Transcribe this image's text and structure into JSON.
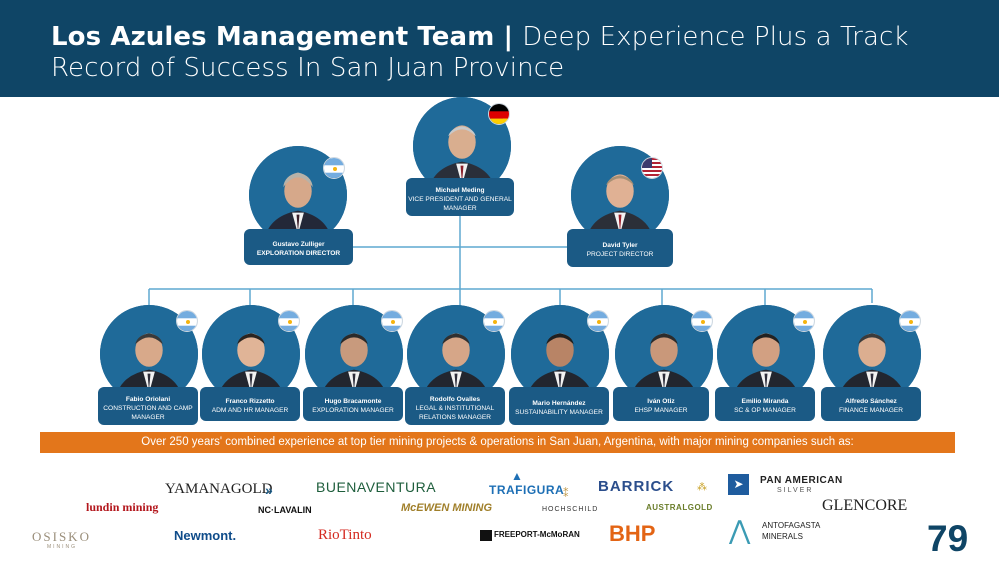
{
  "header": {
    "title_bold": "Los Azules Management Team",
    "title_separator": " | ",
    "title_rest": "Deep Experience Plus a Track Record of Success In San Juan Province"
  },
  "colors": {
    "header_bg": "#0f4566",
    "label_bg": "#1b5a85",
    "connector": "#5fa9d1",
    "banner_bg": "#e3761b"
  },
  "team": {
    "vp": {
      "name": "Michael Meding",
      "role": "VICE PRESIDENT AND GENERAL MANAGER",
      "flag": "germany-flag-icon"
    },
    "exploration_director": {
      "name": "Gustavo Zulliger",
      "role": "EXPLORATION DIRECTOR",
      "flag": "argentina-flag-icon"
    },
    "project_director": {
      "name": "David Tyler",
      "role": "PROJECT DIRECTOR",
      "flag": "usa-flag-icon"
    },
    "managers": [
      {
        "name": "Fabio Oriolani",
        "role": "CONSTRUCTION AND CAMP MANAGER",
        "flag": "argentina-flag-icon"
      },
      {
        "name": "Franco Rizzetto",
        "role": "ADM AND HR MANAGER",
        "flag": "argentina-flag-icon"
      },
      {
        "name": "Hugo Bracamonte",
        "role": "EXPLORATION MANAGER",
        "flag": "argentina-flag-icon"
      },
      {
        "name": "Rodolfo Ovalles",
        "role": "LEGAL & INSTITUTIONAL RELATIONS MANAGER",
        "flag": "argentina-flag-icon"
      },
      {
        "name": "Mario Hernández",
        "role": "SUSTAINABILITY MANAGER",
        "flag": "argentina-flag-icon"
      },
      {
        "name": "Iván Otiz",
        "role": "EHSP MANAGER",
        "flag": "argentina-flag-icon"
      },
      {
        "name": "Emilio Miranda",
        "role": "SC & OP MANAGER",
        "flag": "argentina-flag-icon"
      },
      {
        "name": "Alfredo Sánchez",
        "role": "FINANCE MANAGER",
        "flag": "argentina-flag-icon"
      }
    ]
  },
  "banner": {
    "text": "Over 250 years' combined experience at top tier mining projects & operations in San Juan, Argentina, with major mining companies such as:"
  },
  "logos": {
    "yamana": "YAMANAGOLD",
    "buenaventura": "BUENAVENTURA",
    "trafigura": "TRAFIGURA",
    "barrick": "BARRICK",
    "panamerican": "PAN AMERICAN",
    "panamerican_sub": "SILVER",
    "lundin": "lundin mining",
    "snc": "NC·LAVALIN",
    "mcewen": "McEWEN MINING",
    "hochschild": "HOCHSCHILD",
    "australgold": "AUSTRALGOLD",
    "glencore": "GLENCORE",
    "osisko": "OSISKO",
    "osisko_sub": "MINING",
    "newmont": "Newmont.",
    "riotinto": "RioTinto",
    "freeport": "FREEPORT-McMoRAN",
    "bhp": "BHP",
    "antofagasta_1": "ANTOFAGASTA",
    "antofagasta_2": "MINERALS"
  },
  "page_number": "79"
}
